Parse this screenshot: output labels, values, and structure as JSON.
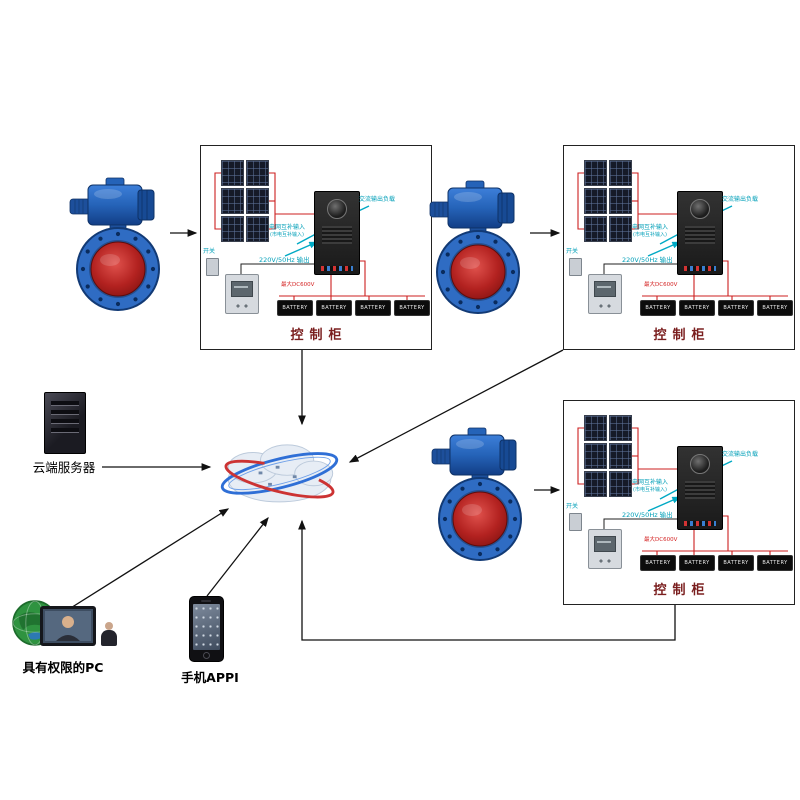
{
  "diagram": {
    "cabinet": {
      "title": "控制柜",
      "labels": {
        "ac_load": "交流输出负载",
        "mains_input": "电网互补输入",
        "mains_input_sub": "(市电互补输入)",
        "output": "220V/50Hz 输出",
        "switch_label": "开关",
        "dc_warning": "最大DC600V",
        "battery": "BATTERY"
      }
    },
    "nodes": {
      "server_label": "云端服务器",
      "pc_label": "具有权限的PC",
      "phone_label": "手机APPI"
    },
    "colors": {
      "accent_blue": "#2f6fd6",
      "accent_red": "#cc3333",
      "teal_label": "#009fb8",
      "cabinet_title": "#7a1e1e",
      "valve_blue": "#2f6cc3",
      "valve_disc_red": "#b32220"
    }
  }
}
